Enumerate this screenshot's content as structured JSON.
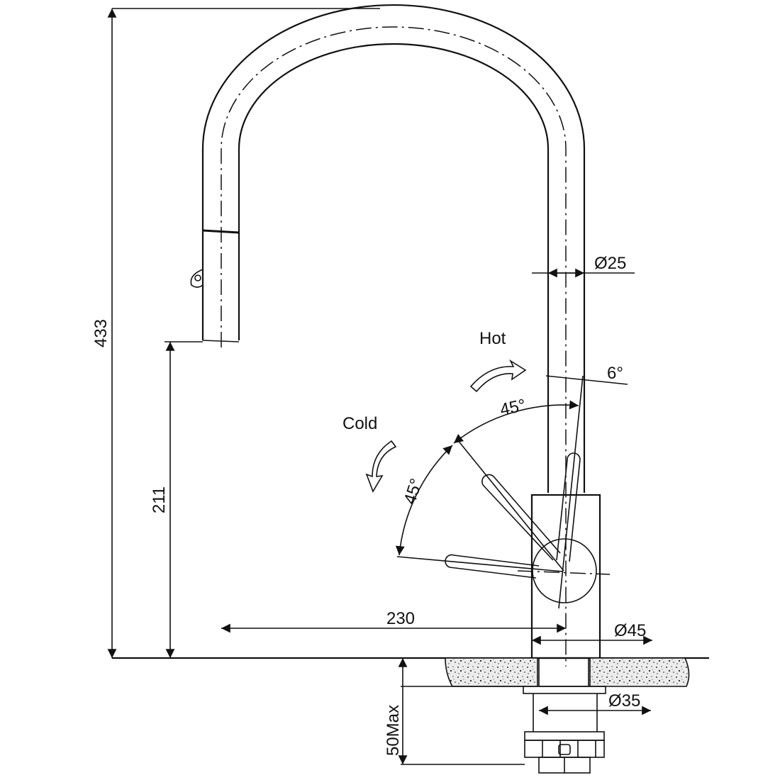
{
  "dimensions": {
    "total_height": "433",
    "spout_height": "211",
    "reach": "230",
    "mounting_max": "50Max",
    "spout_diameter": "Ø25",
    "body_diameter": "Ø45",
    "shank_diameter": "Ø35"
  },
  "angles": {
    "hot_tilt": "6°",
    "hot_range": "45°",
    "cold_range": "45°"
  },
  "labels": {
    "hot": "Hot",
    "cold": "Cold"
  },
  "colors": {
    "line": "#111111",
    "background": "#ffffff",
    "granite_fill": "#e9e9e9"
  }
}
